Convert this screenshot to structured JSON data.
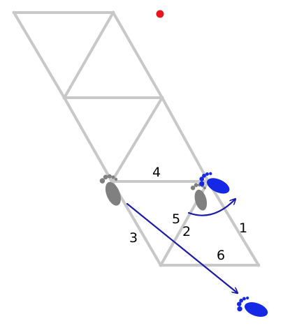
{
  "colors": {
    "grid": "#c8c8c8",
    "foot_gray": "#808080",
    "foot_blue": "#1428e6",
    "arrow": "#1a1aa8",
    "marker": "#e8141e"
  },
  "labels": {
    "l1": "1",
    "l2": "2",
    "l3": "3",
    "l4": "4",
    "l5": "5",
    "l6": "6"
  },
  "icons": {
    "start_foot": "gray-footprint-icon",
    "pivot_foot": "gray-footprint-icon",
    "target_foot_upper": "blue-footprint-icon",
    "target_foot_lower": "blue-footprint-icon",
    "marker": "red-dot-icon"
  }
}
